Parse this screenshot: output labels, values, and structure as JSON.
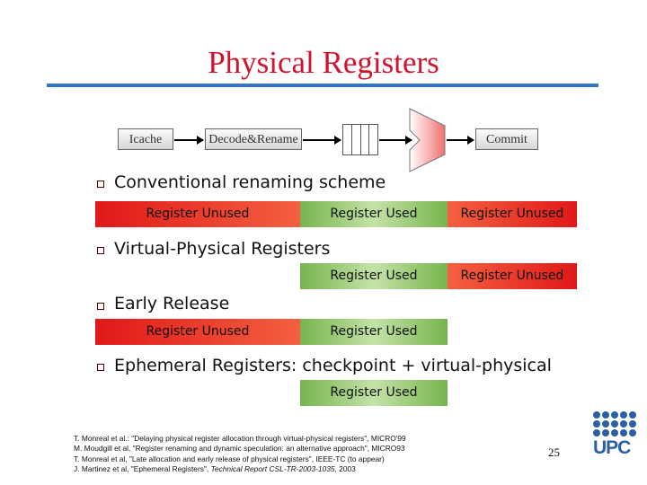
{
  "title": "Physical Registers",
  "pipeline": {
    "icache": "Icache",
    "decode": "Decode&Rename",
    "commit": "Commit"
  },
  "bullets": [
    {
      "text": "Conventional renaming scheme"
    },
    {
      "text": "Virtual-Physical Registers"
    },
    {
      "text": "Early Release"
    },
    {
      "text": "Ephemeral Registers: checkpoint + virtual-physical"
    }
  ],
  "bars": {
    "unused": "Register Unused",
    "used": "Register Used"
  },
  "references": [
    "T. Monreal et al.: \"Delaying physical register allocation through virtual-physical registers\", MICRO'99",
    "M. Moudgill et al, \"Register renaming and dynamic speculation: an alternative approach\", MICRO93",
    "T. Monreal et al, \"Late allocation and early release of physical registers\", IEEE-TC (to appear)",
    "J. Martinez et al, \"Ephemeral Registers\", ",
    "Technical Report CSL-TR-2003-1035",
    ", 2003"
  ],
  "page_number": "25",
  "logo": {
    "text": "UPC",
    "color": "#2a5fa8"
  },
  "colors": {
    "title": "#d1122d",
    "rule": "#2f75c8",
    "unused": "#e01818",
    "used": "#78b44d"
  }
}
